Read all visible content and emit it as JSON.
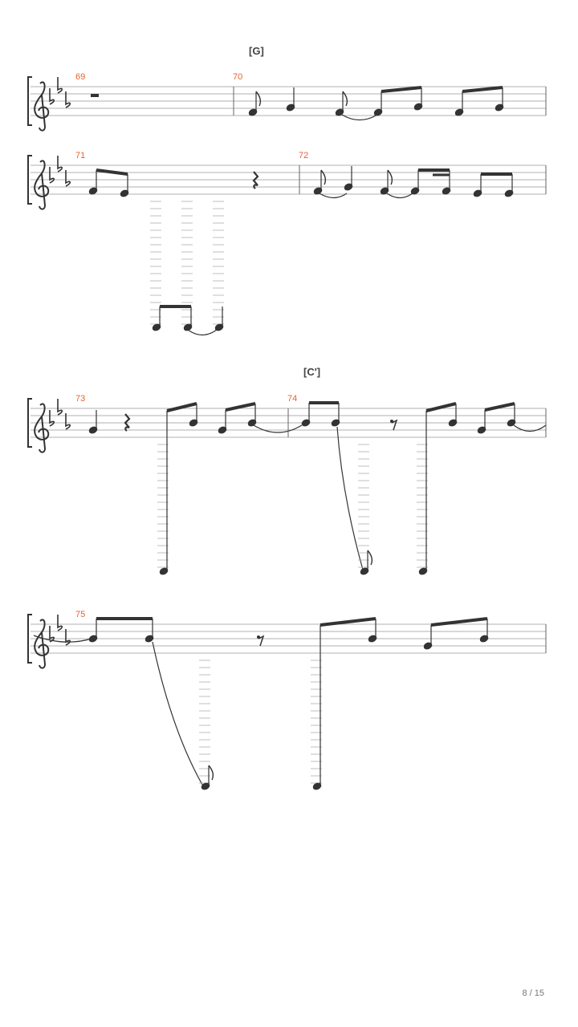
{
  "sections": [
    {
      "label": "[G]"
    },
    {
      "label": "[C']"
    }
  ],
  "measures": [
    {
      "number": "69"
    },
    {
      "number": "70"
    },
    {
      "number": "71"
    },
    {
      "number": "72"
    },
    {
      "number": "73"
    },
    {
      "number": "74"
    },
    {
      "number": "75"
    }
  ],
  "key_signature": "E-flat major (3 flats)",
  "clef": "treble",
  "pagination": {
    "text": "8 / 15",
    "current": 8,
    "total": 15
  },
  "colors": {
    "staff": "#999999",
    "notes": "#333333",
    "measure_number": "#e8622c"
  }
}
